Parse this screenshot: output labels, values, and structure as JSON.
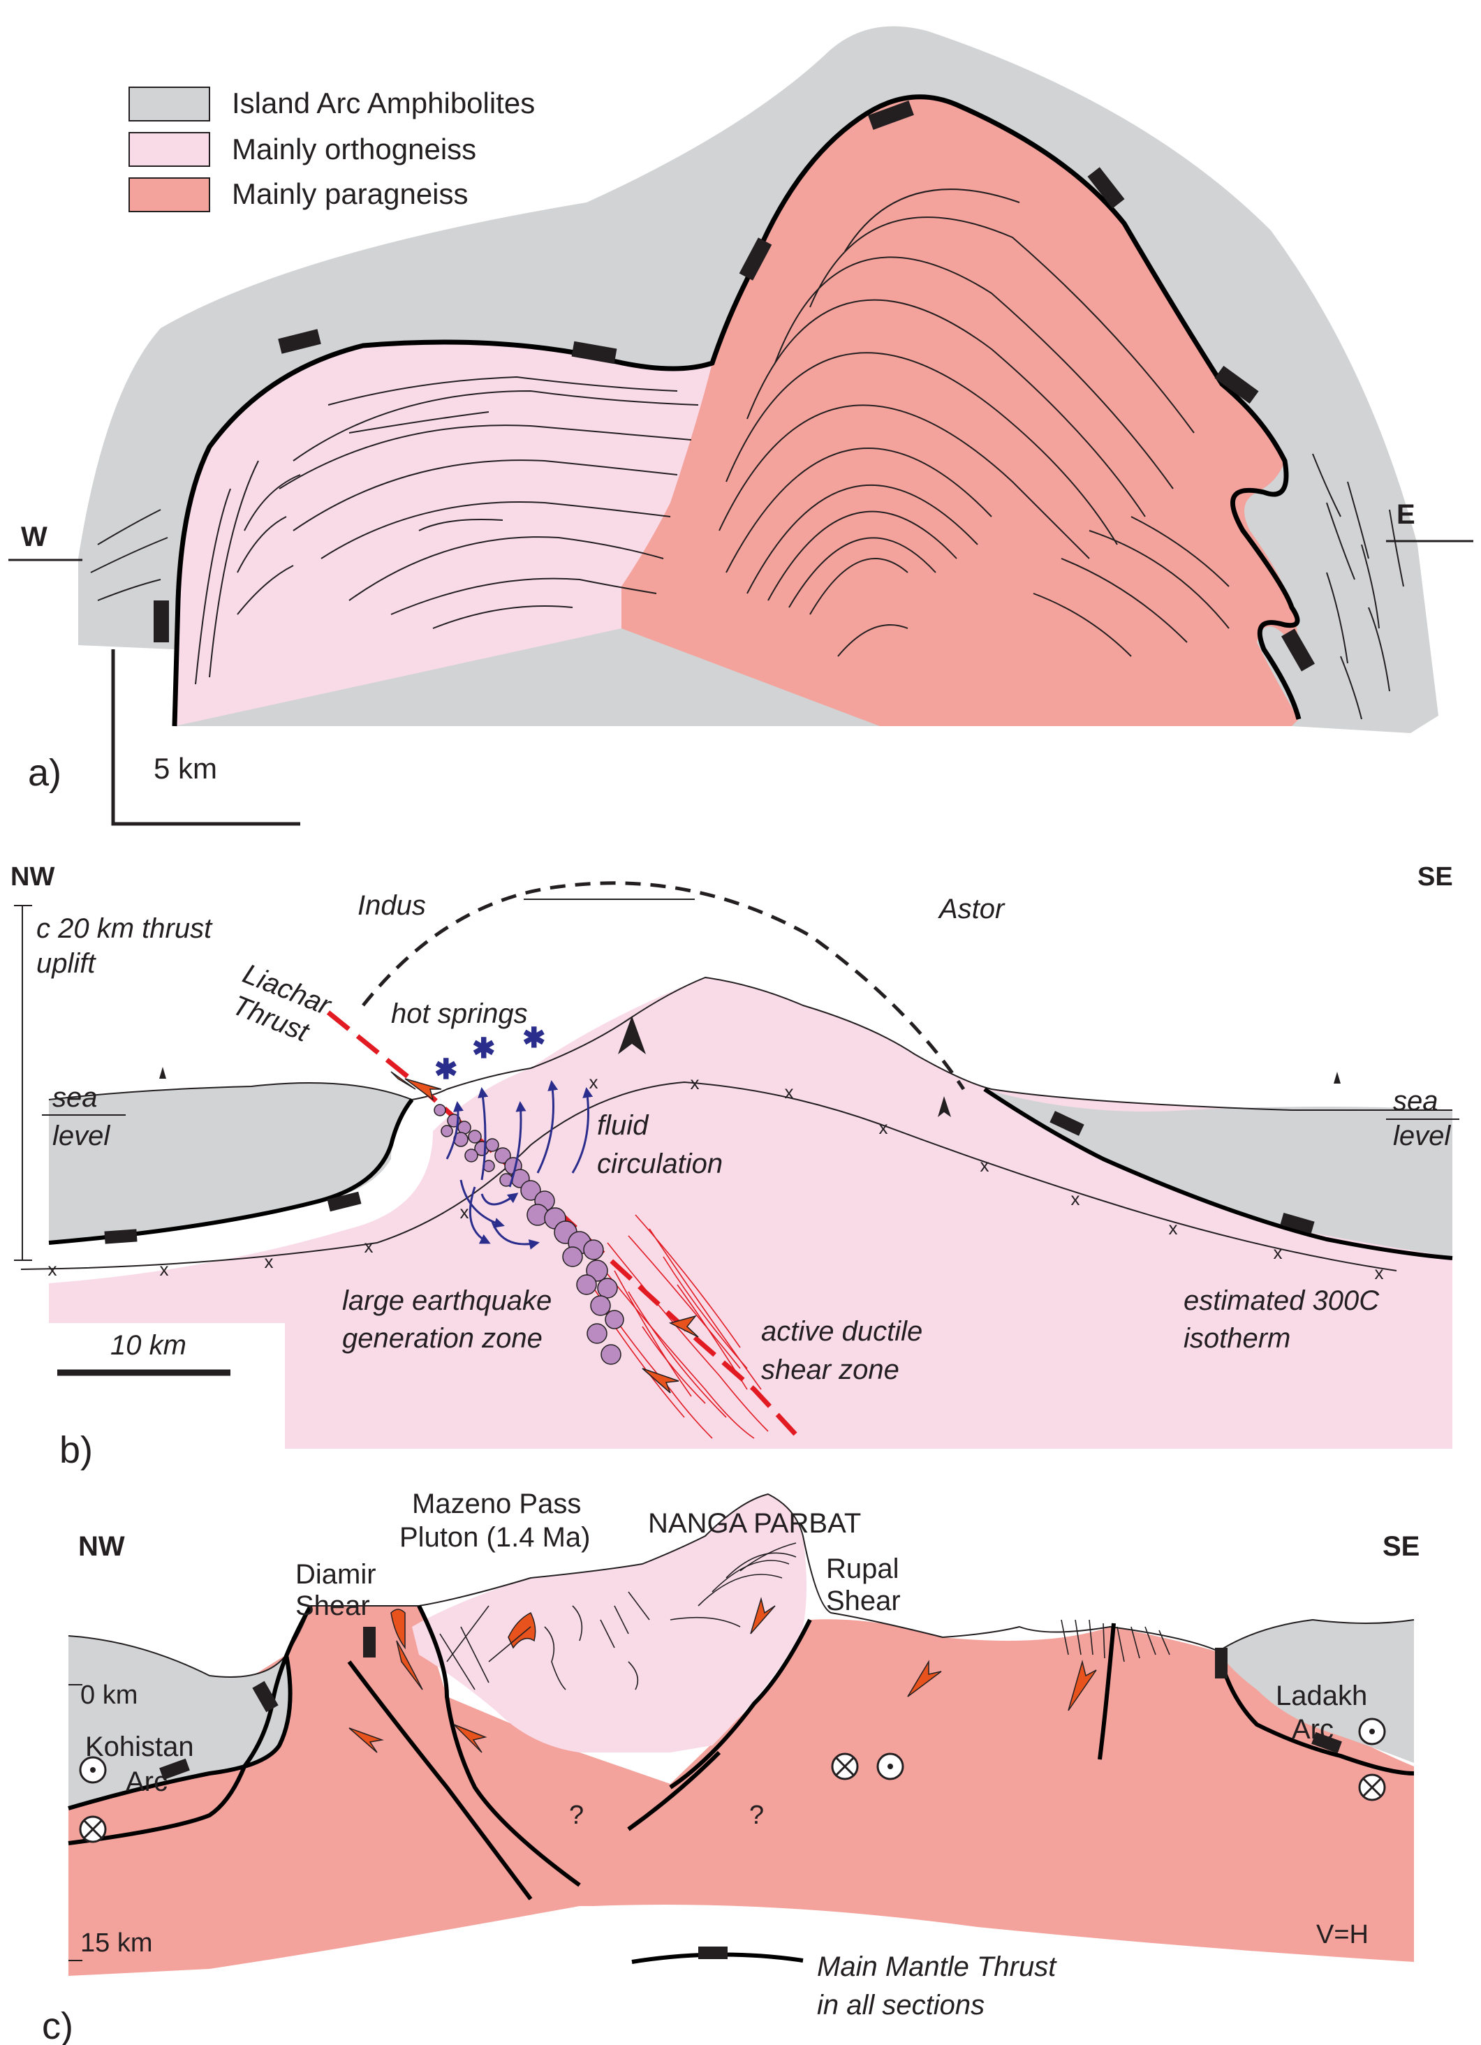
{
  "legend": {
    "items": [
      {
        "label": "Island Arc Amphibolites",
        "color": "#d1d3d4"
      },
      {
        "label": "Mainly orthogneiss",
        "color": "#f9dbe8"
      },
      {
        "label": "Mainly paragneiss",
        "color": "#f4a29c"
      }
    ]
  },
  "panel_a": {
    "letter": "a)",
    "west": "W",
    "east": "E",
    "scale": "5 km"
  },
  "panel_b": {
    "letter": "b)",
    "nw": "NW",
    "se": "SE",
    "uplift": [
      "c 20 km thrust",
      "uplift"
    ],
    "indus": "Indus",
    "astor": "Astor",
    "liachar": [
      "Liachar",
      "Thrust"
    ],
    "hot_springs": "hot springs",
    "sea_level_left": [
      "sea",
      "level"
    ],
    "sea_level_right": [
      "sea",
      "level"
    ],
    "fluid": [
      "fluid",
      "circulation"
    ],
    "earthquake": [
      "large earthquake",
      "generation zone"
    ],
    "ductile": [
      "active ductile",
      "shear zone"
    ],
    "isotherm": [
      "estimated 300C",
      "isotherm"
    ],
    "scale": "10 km"
  },
  "panel_c": {
    "letter": "c)",
    "nw": "NW",
    "se": "SE",
    "mazeno": [
      "Mazeno Pass",
      "Pluton (1.4 Ma)"
    ],
    "nanga": "NANGA PARBAT",
    "diamir": [
      "Diamir",
      "Shear"
    ],
    "rupal": [
      "Rupal",
      "Shear"
    ],
    "zero_km": "0 km",
    "fifteen_km": "15 km",
    "kohistan": [
      "Kohistan",
      "Arc"
    ],
    "ladakh": [
      "Ladakh",
      "Arc"
    ],
    "q": "?",
    "vh": "V=H",
    "mmt": [
      "Main Mantle Thrust",
      "in all sections"
    ]
  }
}
